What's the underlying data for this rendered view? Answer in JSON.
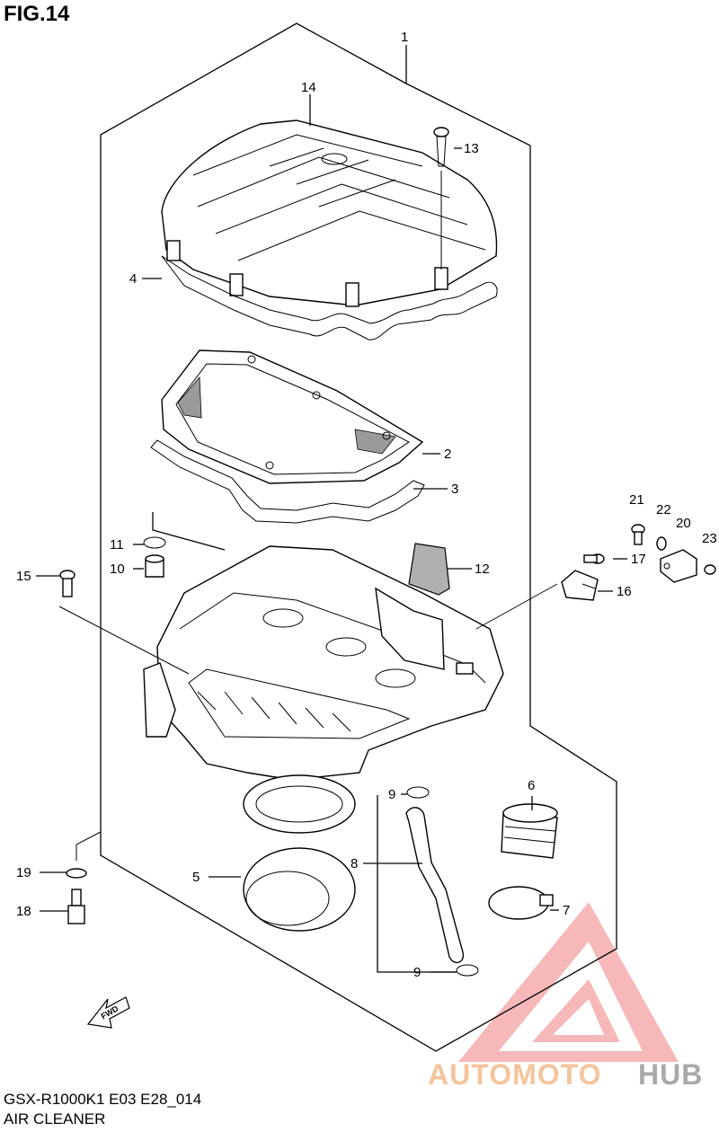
{
  "figure_title": "FIG.14",
  "footer": {
    "model_code": "GSX-R1000K1 E03 E28_014",
    "section_name": "AIR CLEANER"
  },
  "watermark": {
    "part1": "AUTOMOTO",
    "part2": "HUB",
    "colors": {
      "triangle": "#f08080",
      "text_orange": "#f4c49c",
      "text_gray": "#a9a9a9"
    }
  },
  "fwd_label": "FWD",
  "callouts": {
    "c1": "1",
    "c2": "2",
    "c3": "3",
    "c4": "4",
    "c5": "5",
    "c6": "6",
    "c7": "7",
    "c8": "8",
    "c9a": "9",
    "c9b": "9",
    "c10": "10",
    "c11": "11",
    "c12": "12",
    "c13": "13",
    "c14": "14",
    "c15": "15",
    "c16": "16",
    "c17": "17",
    "c18": "18",
    "c19": "19",
    "c20": "20",
    "c21": "21",
    "c22": "22",
    "c23": "23"
  }
}
